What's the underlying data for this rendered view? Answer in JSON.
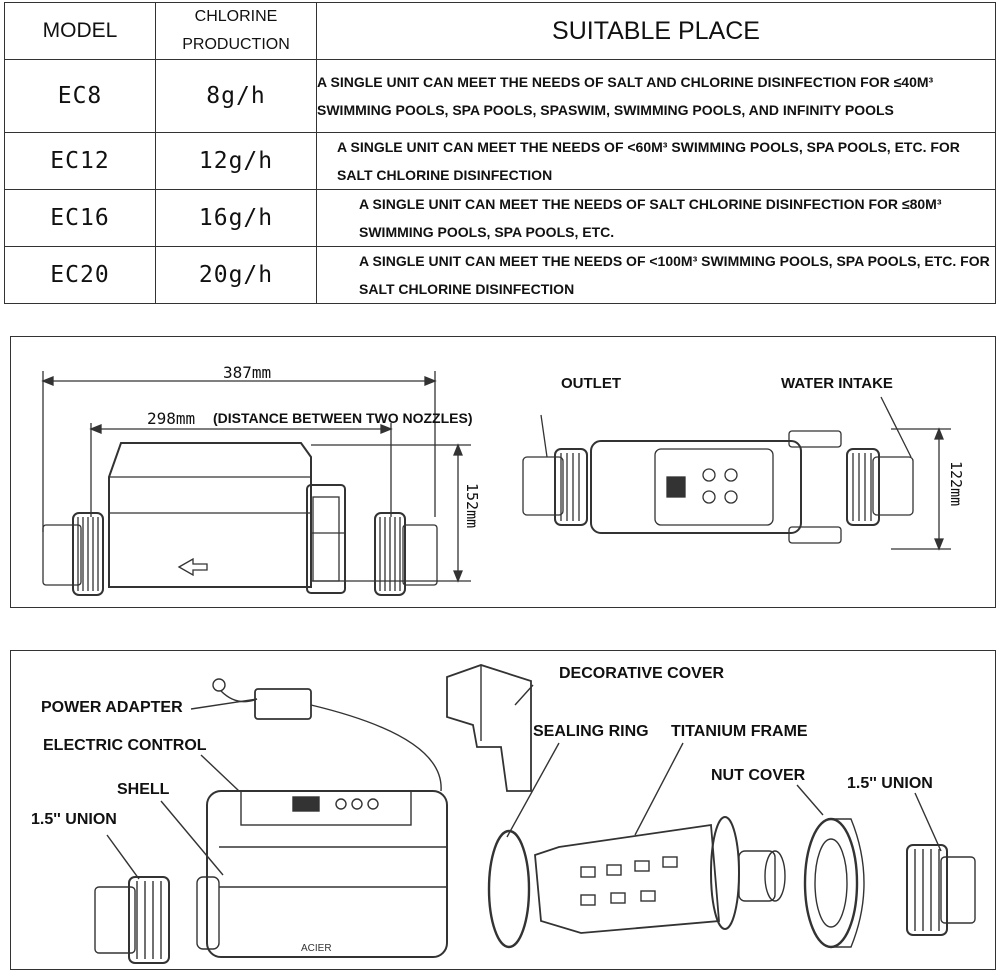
{
  "table": {
    "headers": {
      "model": "MODEL",
      "chlorine": "CHLORINE PRODUCTION",
      "place": "SUITABLE PLACE"
    },
    "rows": [
      {
        "model": "EC8",
        "production": "8g/h",
        "place": "A SINGLE UNIT CAN MEET THE NEEDS OF SALT AND CHLORINE  DISINFECTION FOR ≤40M³ SWIMMING POOLS, SPA POOLS,  SPASWIM, SWIMMING POOLS, AND INFINITY POOLS"
      },
      {
        "model": "EC12",
        "production": "12g/h",
        "place": "A SINGLE UNIT CAN MEET THE NEEDS OF <60M³ SWIMMING  POOLS, SPA POOLS, ETC. FOR SALT CHLORINE DISINFECTION"
      },
      {
        "model": "EC16",
        "production": "16g/h",
        "place": "A SINGLE UNIT CAN MEET THE NEEDS OF SALT CHLORINE DISINFECTION FOR ≤80M³ SWIMMING POOLS, SPA POOLS, ETC."
      },
      {
        "model": "EC20",
        "production": "20g/h",
        "place": "A SINGLE UNIT CAN MEET THE NEEDS OF <100M³ SWIMMING POOLS, SPA POOLS, ETC. FOR SALT CHLORINE DISINFECTION"
      }
    ]
  },
  "dimensions": {
    "overall_length": "387mm",
    "nozzle_distance": "298mm",
    "nozzle_distance_note": "(DISTANCE BETWEEN TWO NOZZLES)",
    "height": "152mm",
    "width": "122mm",
    "outlet": "OUTLET",
    "water_intake": "WATER INTAKE"
  },
  "exploded": {
    "power_adapter": "POWER ADAPTER",
    "electric_control": "ELECTRIC CONTROL",
    "shell": "SHELL",
    "union_left": "1.5'' UNION",
    "decorative_cover": "DECORATIVE COVER",
    "sealing_ring": "SEALING RING",
    "titanium_frame": "TITANIUM FRAME",
    "nut_cover": "NUT COVER",
    "union_right": "1.5'' UNION"
  }
}
